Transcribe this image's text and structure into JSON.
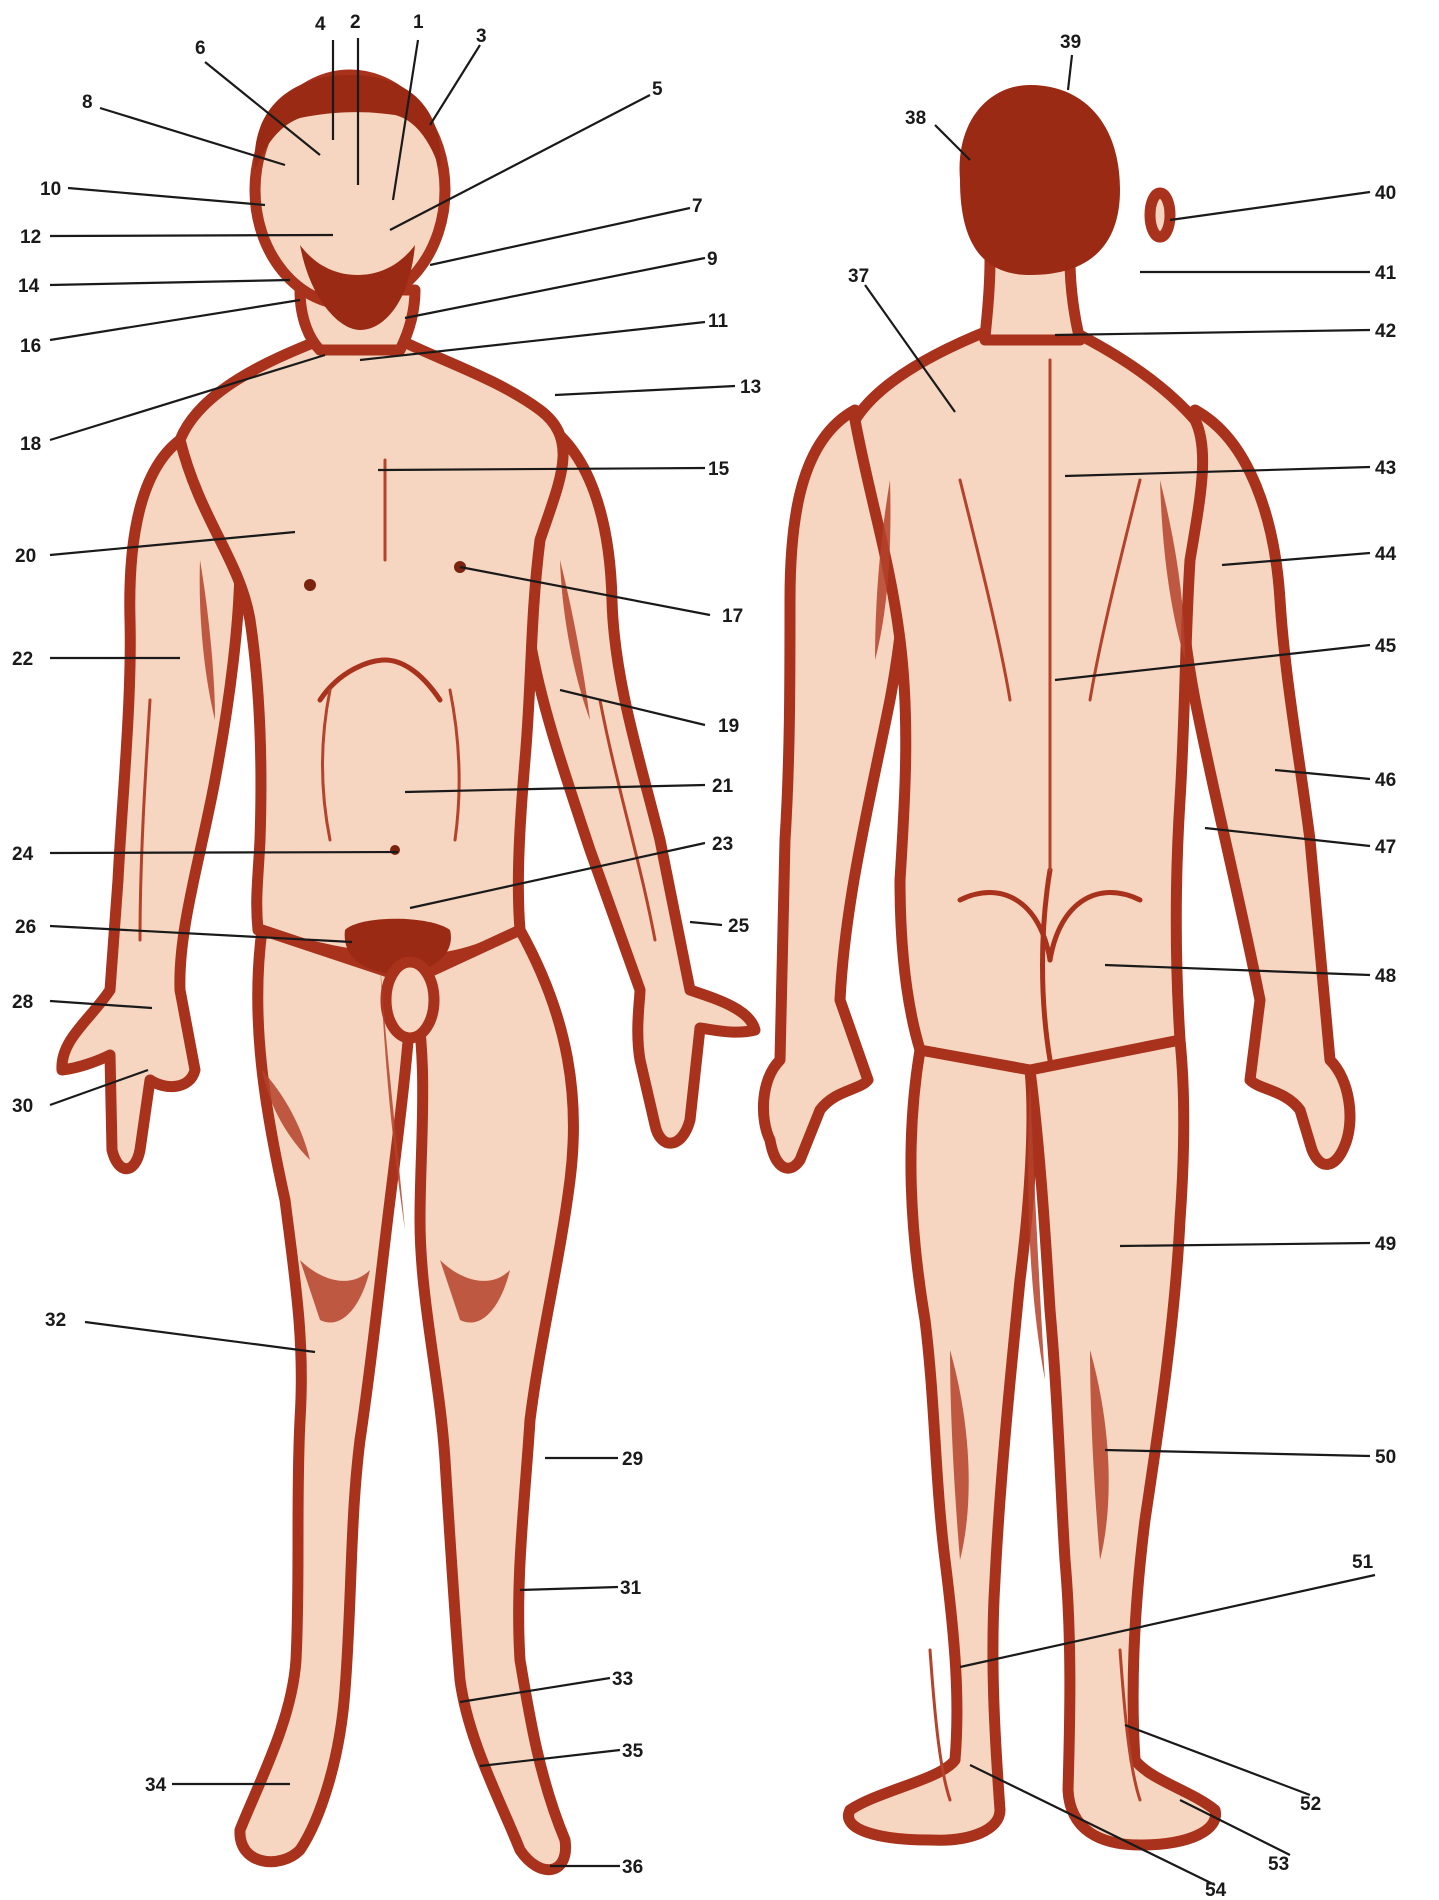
{
  "diagram": {
    "front_labels": [
      "1",
      "2",
      "3",
      "4",
      "5",
      "6",
      "7",
      "8",
      "9",
      "10",
      "11",
      "12",
      "13",
      "14",
      "15",
      "16",
      "17",
      "18",
      "19",
      "20",
      "21",
      "22",
      "23",
      "24",
      "25",
      "26",
      "28",
      "29",
      "30",
      "31",
      "32",
      "33",
      "34",
      "35",
      "36"
    ],
    "back_labels": [
      "37",
      "38",
      "39",
      "40",
      "41",
      "42",
      "43",
      "44",
      "45",
      "46",
      "47",
      "48",
      "49",
      "50",
      "51",
      "52",
      "53",
      "54"
    ]
  }
}
